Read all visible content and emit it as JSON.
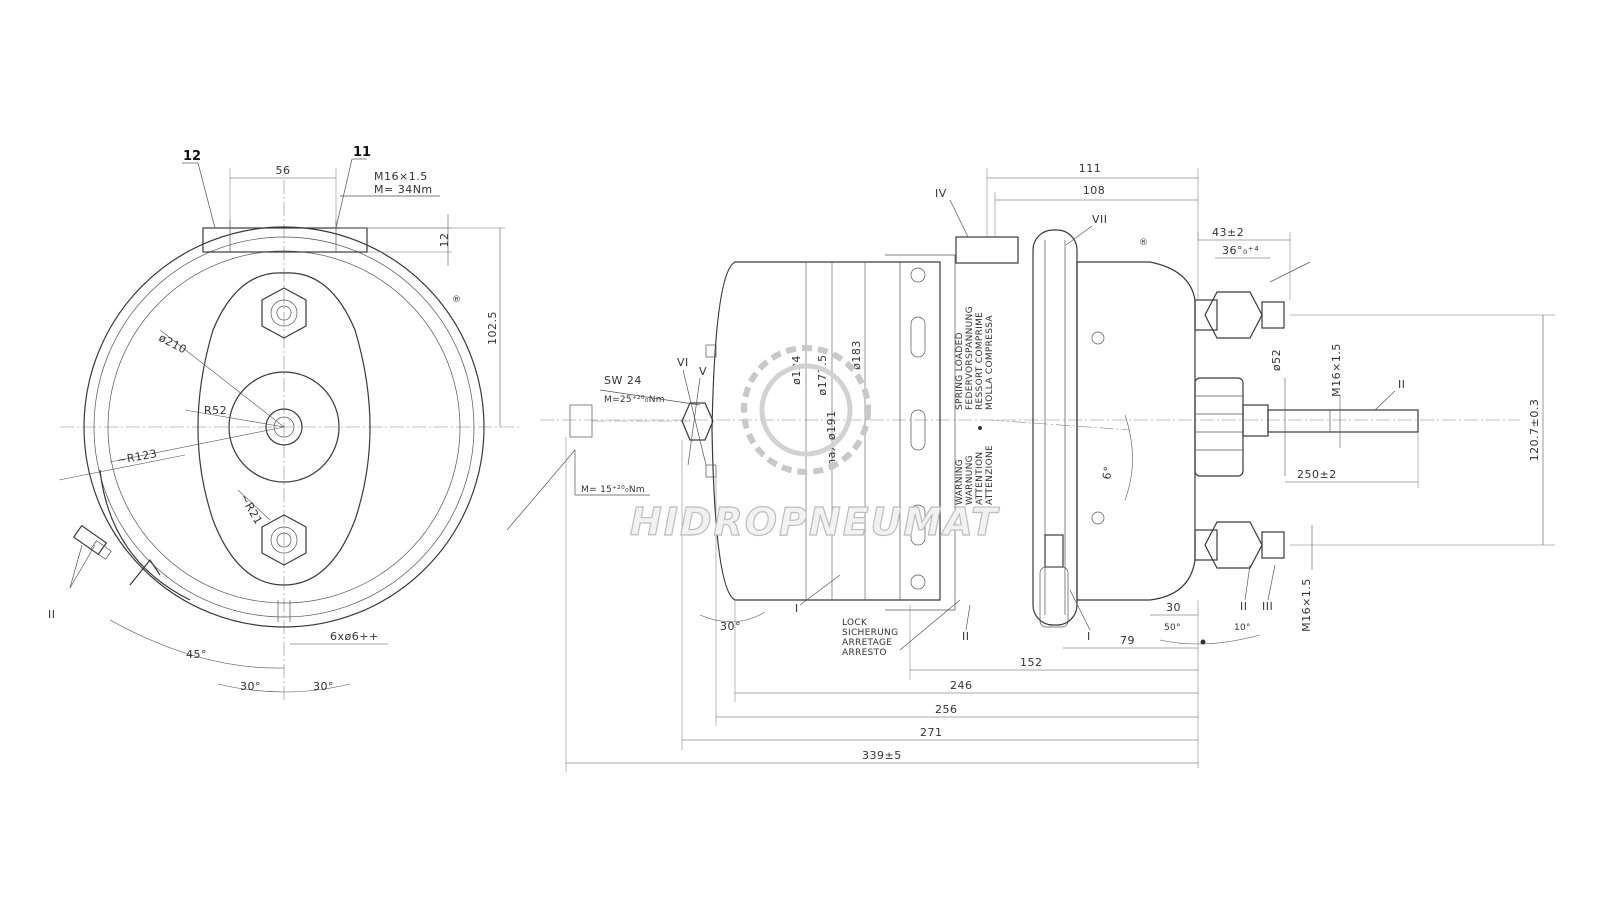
{
  "watermark": "HIDROPNEUMAT",
  "front_view": {
    "callouts": {
      "item_12": "12",
      "item_11": "11",
      "item_ii": "II"
    },
    "dims": {
      "d56": "56",
      "thread": "M16×1.5",
      "torque": "M= 34Nm",
      "d12": "12",
      "d102": "102.5",
      "d210": "ø210",
      "r52": "R52",
      "r123": "~R123",
      "r21": "~R21",
      "a45": "45°",
      "a30l": "30°",
      "a30r": "30°",
      "holes": "6xø6++"
    }
  },
  "side_view": {
    "roman": {
      "iv": "IV",
      "vii": "VII",
      "vi": "VI",
      "v": "V",
      "i_left": "I",
      "i_right": "I",
      "ii_lock": "II",
      "ii_port": "II",
      "ii_rod": "II",
      "iii": "III"
    },
    "wrench": {
      "sw": "SW 24",
      "m_top": "M=25⁺²⁰₀Nm",
      "m_bot": "M= 15⁺²⁰₀Nm"
    },
    "dims": {
      "d111": "111",
      "d108": "108",
      "d43": "43±2",
      "d36": "36°₀⁺⁴",
      "d52": "ø52",
      "dthread1": "M16×1.5",
      "d250": "250±2",
      "d120": "120.7±0.3",
      "dthread2": "M16×1.5",
      "d124": "ø124",
      "d1735": "ø173.5",
      "d183": "ø183",
      "dmax": "max.ø191",
      "d6deg": "6°",
      "a30": "30°",
      "d30": "30",
      "a50": "50°",
      "a10": "10°",
      "d79": "79",
      "d152": "152",
      "d246": "246",
      "d256": "256",
      "d271": "271",
      "d339": "339±5"
    },
    "label_spring": [
      "SPRING LOADED",
      "FEDERVORSPANNUNG",
      "RESSORT COMPRIME",
      "MOLLA COMPRESSA"
    ],
    "label_warning": [
      "WARNING",
      "WARNUNG",
      "ATTENTION",
      "ATTENZIONE"
    ],
    "label_lock": [
      "LOCK",
      "SICHERUNG",
      "ARRETAGE",
      "ARRESTO"
    ],
    "mark_b": "®"
  }
}
